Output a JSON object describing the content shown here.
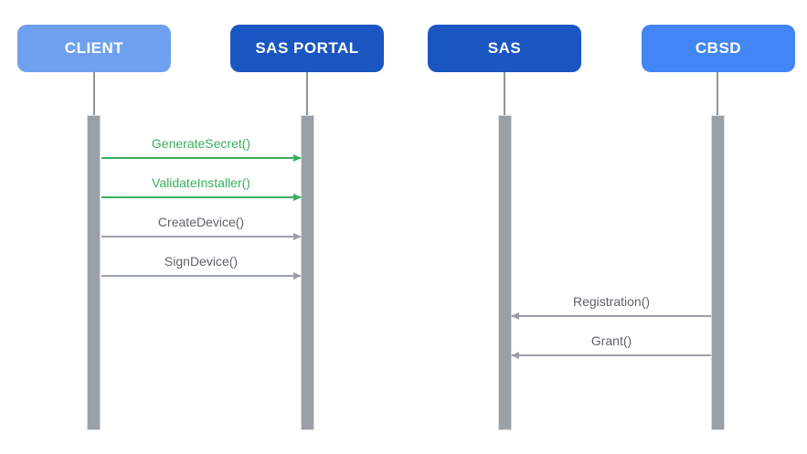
{
  "diagram": {
    "type": "sequence-diagram",
    "colors": {
      "actor_light_blue": "#6FA0F0",
      "actor_dark_blue": "#1A56C2",
      "actor_medium_blue": "#4285F4",
      "message_green": "#3AAF5C",
      "message_gray_line": "#9AA0A6",
      "message_gray_text": "#5F6368",
      "activation_bar": "#9AA0A6",
      "background": "#FFFFFF"
    }
  },
  "actors": [
    {
      "id": "client",
      "label": "CLIENT",
      "color": "#6FA0F0"
    },
    {
      "id": "sas-portal",
      "label": "SAS PORTAL",
      "color": "#1A56C2"
    },
    {
      "id": "sas",
      "label": "SAS",
      "color": "#1A56C2"
    },
    {
      "id": "cbsd",
      "label": "CBSD",
      "color": "#4285F4"
    }
  ],
  "messages": [
    {
      "label": "GenerateSecret()",
      "from": "client",
      "to": "sas-portal",
      "direction": "right",
      "label_color": "#3AAF5C",
      "line_color": "#3AAF5C"
    },
    {
      "label": "ValidateInstaller()",
      "from": "client",
      "to": "sas-portal",
      "direction": "right",
      "label_color": "#3AAF5C",
      "line_color": "#3AAF5C"
    },
    {
      "label": "CreateDevice()",
      "from": "client",
      "to": "sas-portal",
      "direction": "right",
      "label_color": "#5F6368",
      "line_color": "#9AA0A6"
    },
    {
      "label": "SignDevice()",
      "from": "client",
      "to": "sas-portal",
      "direction": "right",
      "label_color": "#5F6368",
      "line_color": "#9AA0A6"
    },
    {
      "label": "Registration()",
      "from": "cbsd",
      "to": "sas",
      "direction": "left",
      "label_color": "#5F6368",
      "line_color": "#9AA0A6"
    },
    {
      "label": "Grant()",
      "from": "cbsd",
      "to": "sas",
      "direction": "left",
      "label_color": "#5F6368",
      "line_color": "#9AA0A6"
    }
  ]
}
